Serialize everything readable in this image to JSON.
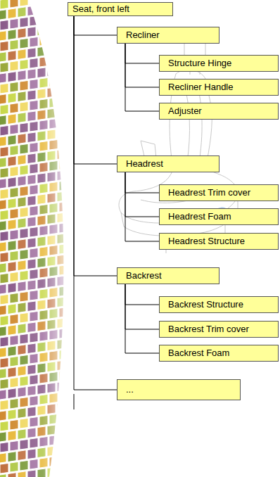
{
  "diagram": {
    "nodes": [
      {
        "text": [
          "Seat, front left"
        ]
      },
      {
        "text": [
          "Recliner"
        ]
      },
      {
        "text": [
          "Structure Hinge"
        ]
      },
      {
        "text": [
          "Recliner Handle"
        ]
      },
      {
        "text": [
          "Adjuster"
        ]
      },
      {
        "text": [
          "Headrest"
        ]
      },
      {
        "text": [
          "Headrest Trim cover"
        ]
      },
      {
        "text": [
          "Headrest Foam"
        ]
      },
      {
        "text": [
          "Headrest Structure"
        ]
      },
      {
        "text": [
          "Backrest"
        ]
      },
      {
        "text": [
          "Backrest Structure"
        ]
      },
      {
        "text": [
          "Backrest Trim cover"
        ]
      },
      {
        "text": [
          "Backrest Foam"
        ]
      },
      {
        "text": [
          "..."
        ]
      }
    ],
    "edges": [
      {
        "from": 0,
        "to": 1,
        "arrow": "none"
      },
      {
        "from": 1,
        "to": 2,
        "arrow": "none"
      },
      {
        "from": 1,
        "to": 3,
        "arrow": "none"
      },
      {
        "from": 1,
        "to": 4,
        "arrow": "none"
      },
      {
        "from": 0,
        "to": 5,
        "arrow": "none"
      },
      {
        "from": 5,
        "to": 6,
        "arrow": "none"
      },
      {
        "from": 5,
        "to": 7,
        "arrow": "none"
      },
      {
        "from": 5,
        "to": 8,
        "arrow": "none"
      },
      {
        "from": 0,
        "to": 9,
        "arrow": "none"
      },
      {
        "from": 9,
        "to": 10,
        "arrow": "none"
      },
      {
        "from": 9,
        "to": 11,
        "arrow": "none"
      },
      {
        "from": 9,
        "to": 12,
        "arrow": "none"
      },
      {
        "from": 0,
        "to": 13,
        "arrow": "none"
      }
    ]
  }
}
